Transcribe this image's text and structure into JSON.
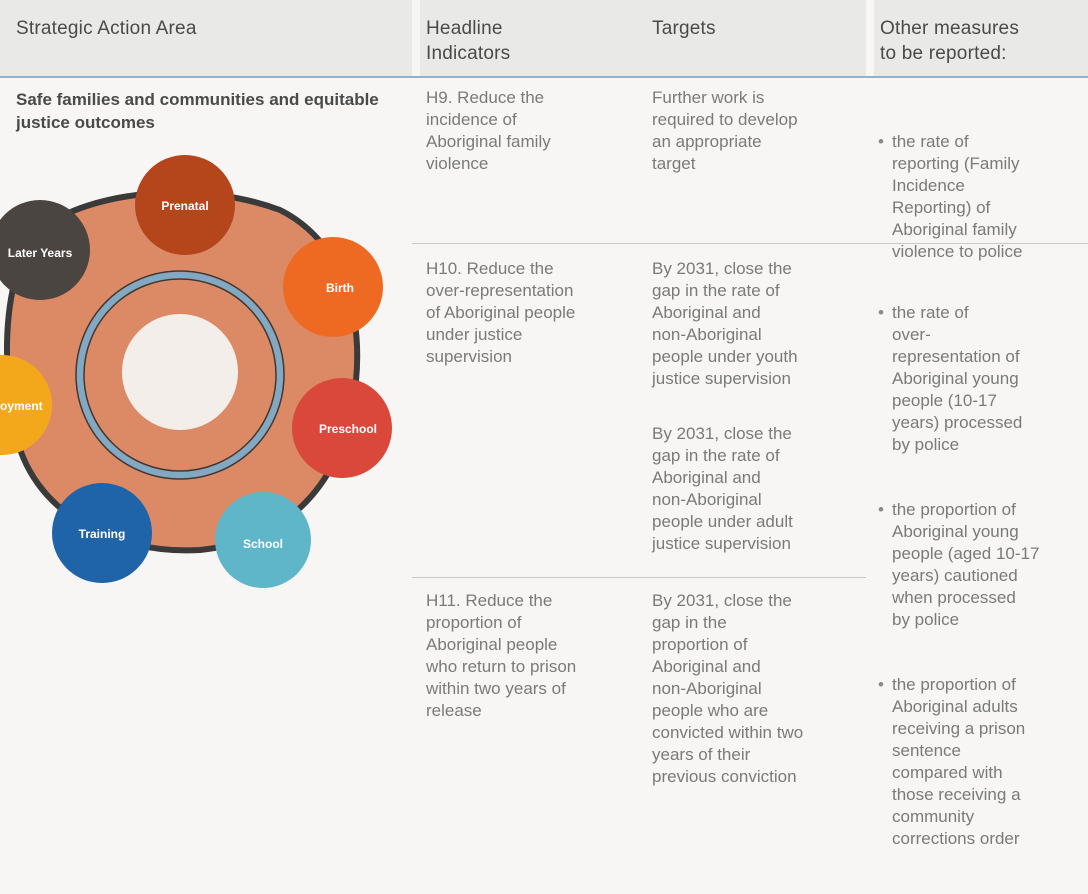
{
  "header": {
    "col1": "Strategic Action Area",
    "col2": "Headline\nIndicators",
    "col3": "Targets",
    "col4": "Other measures\nto be reported:"
  },
  "action_area": "Safe families and communities and equitable justice outcomes",
  "wheel": {
    "nodes": [
      {
        "label": "Prenatal",
        "color": "#b5451b"
      },
      {
        "label": "Birth",
        "color": "#ee6a22"
      },
      {
        "label": "Preschool",
        "color": "#d9483b"
      },
      {
        "label": "School",
        "color": "#5fb6c9"
      },
      {
        "label": "Training",
        "color": "#1f64a8"
      },
      {
        "label": "oyment",
        "color": "#f3a81c"
      },
      {
        "label": "Later Years",
        "color": "#4a4541"
      }
    ],
    "ring_color": "#dc8a66",
    "center_color": "#f4eeea",
    "band_color": "#7fa9c4"
  },
  "rows": [
    {
      "indicator": "H9. Reduce the\nincidence of\nAboriginal family\nviolence",
      "targets": [
        "Further work is\nrequired to develop\nan appropriate\ntarget"
      ]
    },
    {
      "indicator": "H10. Reduce the\nover-representation\nof Aboriginal people\nunder justice\nsupervision",
      "targets": [
        "By 2031, close the\ngap in the rate of\nAboriginal and\nnon-Aboriginal\npeople under youth\njustice supervision",
        "By 2031, close the\ngap in the rate of\nAboriginal and\nnon-Aboriginal\npeople under adult\njustice supervision"
      ]
    },
    {
      "indicator": "H11. Reduce the\nproportion of\nAboriginal people\nwho return to prison\nwithin two years of\nrelease",
      "targets": [
        "By 2031, close the\ngap in the\nproportion of\nAboriginal and\nnon-Aboriginal\npeople who are\nconvicted within two\nyears of their\nprevious conviction"
      ]
    }
  ],
  "measures": [
    "the rate of\nreporting (Family\nIncidence\nReporting) of\nAboriginal family\nviolence to police",
    "the rate of\nover-\nrepresentation of\nAboriginal young\npeople (10-17\nyears) processed\nby police",
    "the proportion of\nAboriginal young\npeople (aged 10-17\nyears) cautioned\nwhen processed\nby police",
    "the proportion of\nAboriginal adults\nreceiving a prison\nsentence\ncompared with\nthose receiving a\ncommunity\ncorrections order"
  ]
}
